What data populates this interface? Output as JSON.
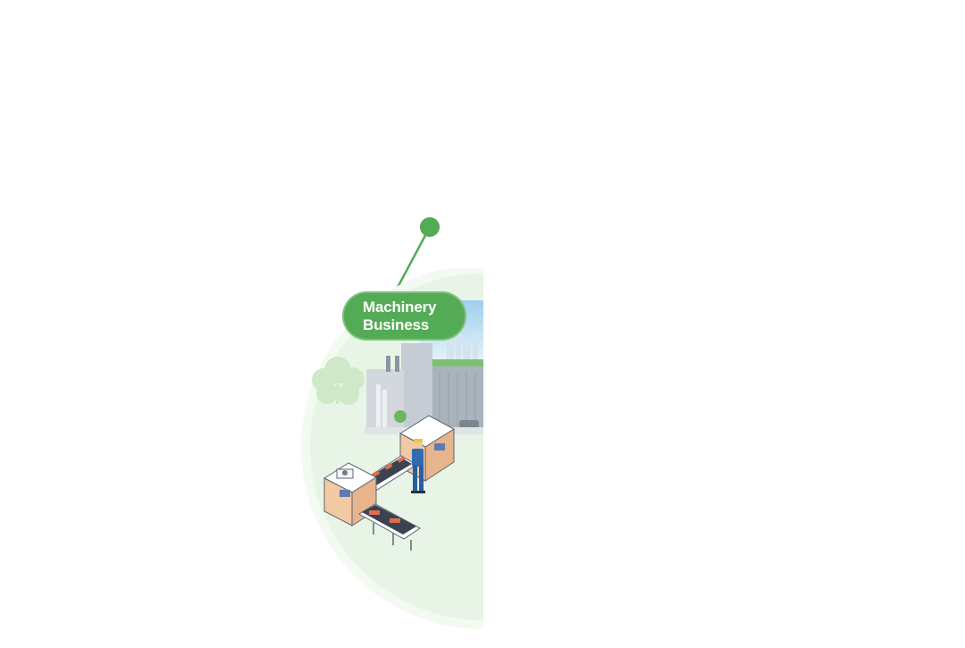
{
  "callout": {
    "line1": "Machinery",
    "line2": "Business"
  },
  "colors": {
    "accent_green": "#53ac55",
    "ground_light_green": "#e8f5e6",
    "sky_blue": "#a9d6ee",
    "factory_gray": "#c6ccd2",
    "machine_peach": "#f2c9a2",
    "conveyor_item": "#e46b4f",
    "worker_blue": "#2f6cb4"
  },
  "icons": {
    "pin": "map-pin-dot-icon",
    "illustration": "factory-conveyor-illustration"
  }
}
